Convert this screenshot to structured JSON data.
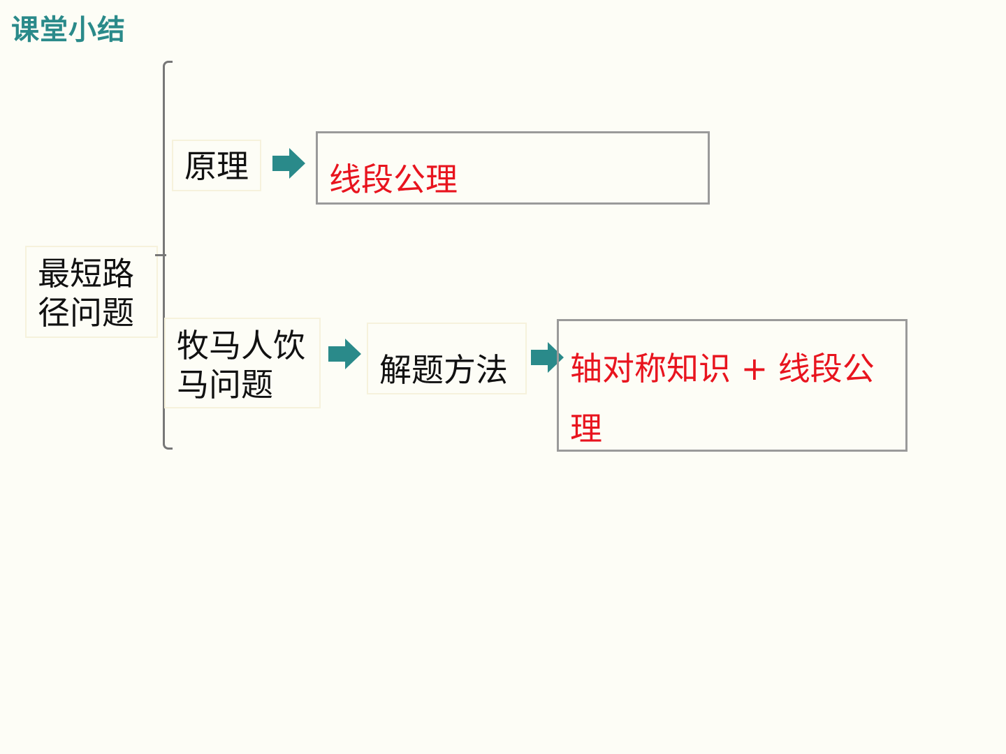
{
  "header": {
    "title": "课堂小结"
  },
  "diagram": {
    "root": {
      "line1": "最短路",
      "line2": "径问题"
    },
    "branch_principle": {
      "label": "原理",
      "answer": "线段公理"
    },
    "branch_horse": {
      "line1": "牧马人饮",
      "line2": "马问题",
      "method_label": "解题方法",
      "answer_line1": "轴对称知识 + 线段公",
      "answer_line2": "理"
    }
  },
  "colors": {
    "title": "#2a8a8a",
    "arrow": "#2a8a8a",
    "answer_text": "#e8141e",
    "box_border": "#9a9a9a",
    "bracket": "#777777",
    "background": "#fdfdf6"
  }
}
